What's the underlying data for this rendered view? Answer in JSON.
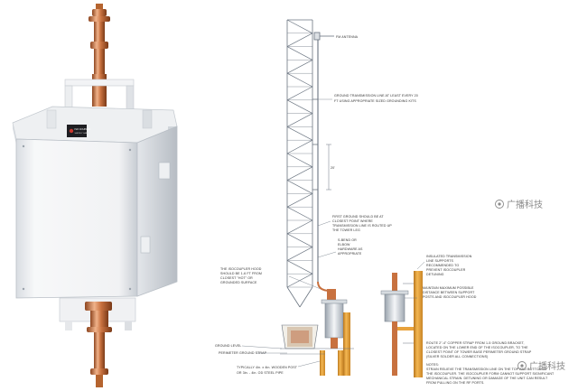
{
  "photo": {
    "plate_text": "ISO COUPLER",
    "caption_text": "SHIVELY LABS"
  },
  "labels": {
    "fm_antenna": "FM ANTENNA",
    "ground_line_1": "GROUND TRANSMISSION LINE AT LEAST EVERY 20",
    "ground_line_2": "FT USING APPROPRIATE SIZED GROUNDING KITS",
    "dimension": "20'",
    "first_ground_1": "FIRST GROUND SHOULD BE AT",
    "first_ground_2": "CLOSEST POINT WHERE",
    "first_ground_3": "TRANSMISSION LINE IS ROUTED UP",
    "first_ground_4": "THE TOWER LEG",
    "sbend_1": "S-BEND OR",
    "sbend_2": "ELBOW",
    "sbend_3": "HARDWARE AS",
    "sbend_4": "APPROPRIATE",
    "hood_1": "THE ISOCOUPLER HOOD",
    "hood_2": "SHOULD BE 1-6 FT FROM",
    "hood_3": "CLOSEST \"HOT\" OR",
    "hood_4": "GROUNDED SURFACE",
    "ground_level": "GROUND LEVEL",
    "perimeter": "PERIMETER GROUND STRAP",
    "post_1": "TYPICALLY 4in. x 4in. WOODEN POST",
    "post_2": "OR 3in. - 4in. OD STEEL PIPE",
    "insulated_1": "INSULATED TRANSMISSION",
    "insulated_2": "LINE SUPPORTS",
    "insulated_3": "RECOMMENDED TO",
    "insulated_4": "PREVENT ISOCOUPLER",
    "insulated_5": "DETUNING",
    "maintain_1": "MAINTAIN MAXIMUM POSSIBLE",
    "maintain_2": "DISTANCE BETWEEN SUPPORT",
    "maintain_3": "POSTS AND ISOCOUPLER HOOD",
    "route_1": "ROUTE 2\"-4\" COPPER STRAP FROM 1-5 GROUND BRACKET,",
    "route_2": "LOCATED ON THE LOWER END OF THE ISOCOUPLER, TO THE",
    "route_3": "CLOSEST POINT OF TOWER BASE PERIMETER GROUND STRAP",
    "route_4": "(SILVER SOLDER ALL CONNECTIONS)",
    "notes_title": "NOTES:",
    "notes_1": "STRAIN RELIEVE THE TRANSMISSION LINE ON THE TOP AND BOTTOM OF",
    "notes_2": "THE ISOCOUPLER. THE ISOCOUPLER FORM CANNOT SUPPORT SIGNIFICANT",
    "notes_3": "MECHANICAL STRAIN. DETUNING OR DAMAGE OF THE UNIT CAN RESULT",
    "notes_4": "FROM PULLING ON THE RF PORTS."
  },
  "watermark": "广播科技",
  "colors": {
    "copper": "#c8713f",
    "copper_dark": "#8e4620",
    "copper_light": "#f0b28a",
    "post_orange": "#e8a23c",
    "post_dark": "#b8761d",
    "line_gray": "#6a7480",
    "enclosure": "#f5f6f7"
  }
}
